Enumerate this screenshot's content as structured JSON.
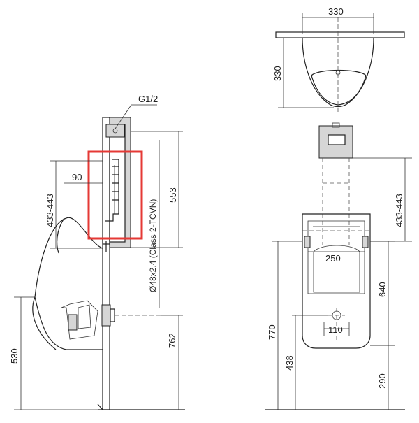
{
  "colors": {
    "highlight": "#e53935",
    "line": "#222222",
    "fill_gray": "#d6d6d6"
  },
  "side_view": {
    "pipe_thread": "G1/2",
    "dim_horizontal": "90",
    "dim_sensor_range": "433-443",
    "dim_total_height": "553",
    "pipe_spec": "Ø48x2.4 (Class 2-TCVN)",
    "dim_spud_height": "762",
    "dim_lip_height": "530"
  },
  "top_view": {
    "width": "330",
    "depth": "330"
  },
  "front_view": {
    "dim_sensor_range": "433-443",
    "inner_width": "250",
    "dim_body": "640",
    "dim_overall": "770",
    "outlet_spacing": "110",
    "dim_outlet_height": "438",
    "dim_floor": "290"
  }
}
